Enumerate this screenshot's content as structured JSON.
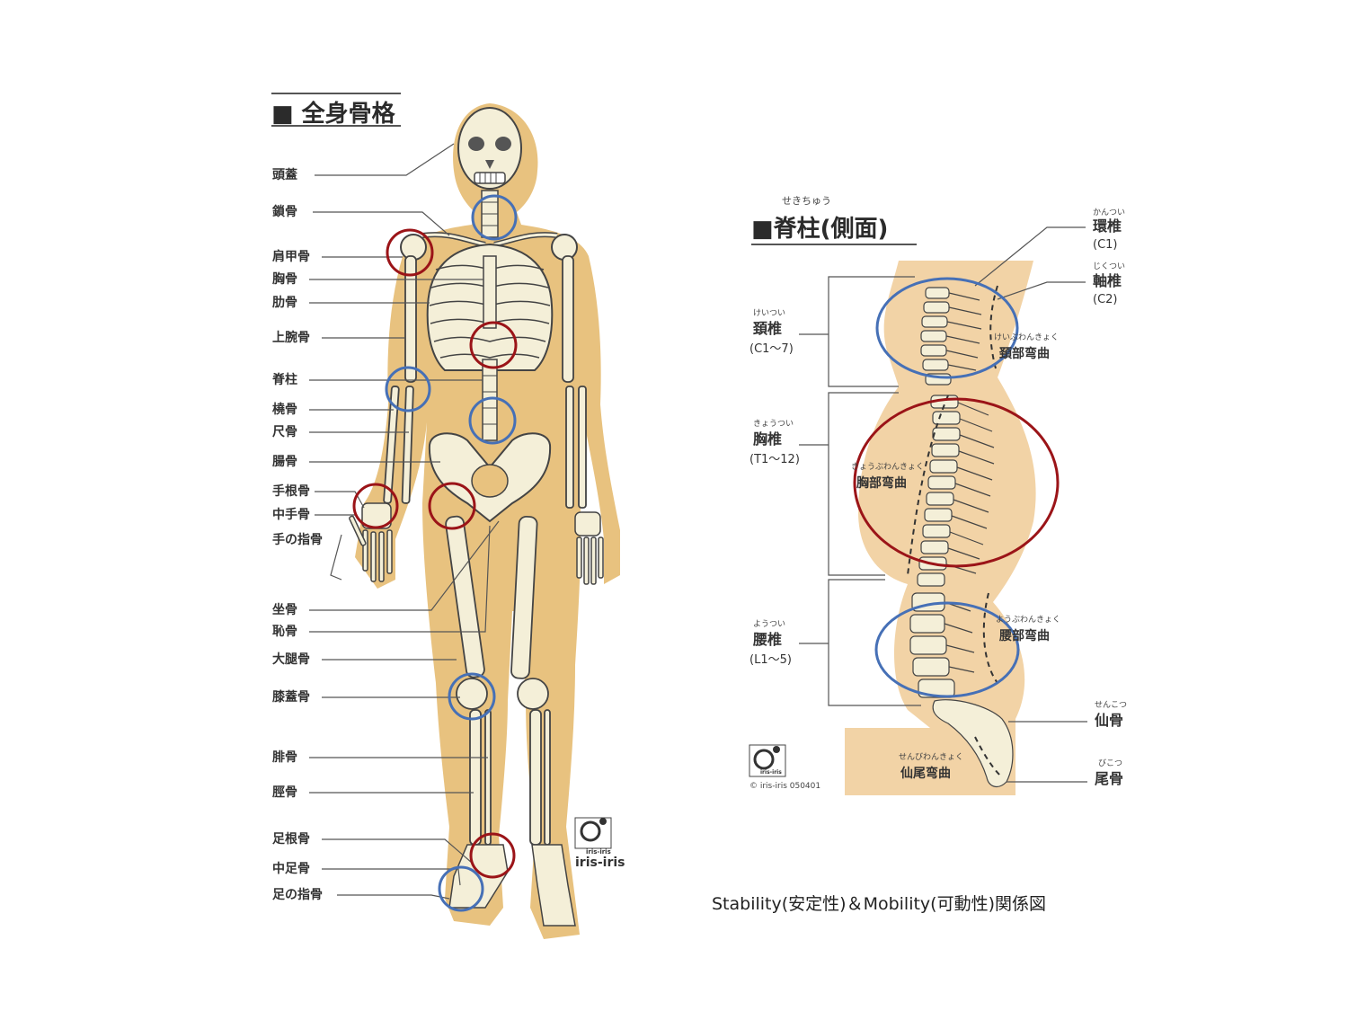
{
  "skeleton_panel": {
    "title": "■ 全身骨格",
    "labels": [
      "頭蓋",
      "鎖骨",
      "肩甲骨",
      "胸骨",
      "肋骨",
      "上腕骨",
      "脊柱",
      "橈骨",
      "尺骨",
      "腸骨",
      "手根骨",
      "中手骨",
      "手の指骨",
      "坐骨",
      "恥骨",
      "大腿骨",
      "膝蓋骨",
      "腓骨",
      "脛骨",
      "足根骨",
      "中足骨",
      "足の指骨"
    ],
    "logo_small": "iris-iris",
    "logo_text": "iris-iris"
  },
  "spine_panel": {
    "title_ruby": "せきちゅう",
    "title": "■脊柱(側面)",
    "atlas": {
      "ruby": "かんつい",
      "name": "環椎",
      "code": "(C1)"
    },
    "axis": {
      "ruby": "じくつい",
      "name": "軸椎",
      "code": "(C2)"
    },
    "cervical": {
      "ruby": "けいつい",
      "name": "頚椎",
      "range": "(C1〜7)"
    },
    "thoracic": {
      "ruby": "きょうつい",
      "name": "胸椎",
      "range": "(T1〜12)"
    },
    "lumbar": {
      "ruby": "ようつい",
      "name": "腰椎",
      "range": "(L1〜5)"
    },
    "sacrum": {
      "ruby": "せんこつ",
      "name": "仙骨"
    },
    "coccyx": {
      "ruby": "びこつ",
      "name": "尾骨"
    },
    "cervical_curve": {
      "ruby": "けいぶわんきょく",
      "name": "頚部弯曲"
    },
    "thoracic_curve": {
      "ruby": "きょうぶわんきょく",
      "name": "胸部弯曲"
    },
    "lumbar_curve": {
      "ruby": "ようぶわんきょく",
      "name": "腰部弯曲"
    },
    "sacral_curve": {
      "ruby": "せんびわんきょく",
      "name": "仙尾弯曲"
    },
    "copyright": "© iris-iris  050401",
    "logo_small": "iris-iris"
  },
  "caption": "Stability(安定性)＆Mobility(可動性)関係図",
  "colors": {
    "body_fill": "#e8c27f",
    "spine_bg": "#f2d3a6",
    "bone": "#f4efd8",
    "outline": "#444444",
    "stability_circle": "#9b1418",
    "mobility_circle": "#4670b6"
  }
}
